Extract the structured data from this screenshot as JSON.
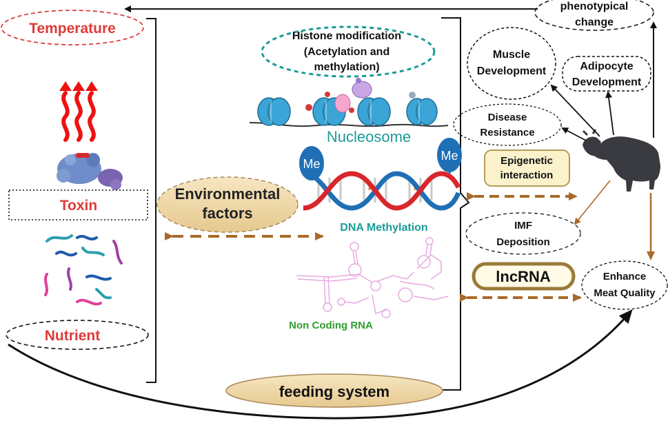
{
  "left_column": {
    "temperature": "Temperature",
    "toxin": "Toxin",
    "nutrient": "Nutrient"
  },
  "environmental_factors": [
    "Environmental",
    "factors"
  ],
  "center": {
    "histone": [
      "Histone modification",
      "(Acetylation and",
      "methylation)"
    ],
    "nucleosome": "Nucleosome",
    "me_label": "Me",
    "dna_methylation": "DNA Methylation",
    "non_coding_rna": "Non Coding RNA"
  },
  "feeding_system": "feeding system",
  "right_column": {
    "phenotypical_change": [
      "phenotypical",
      "change"
    ],
    "muscle_development": [
      "Muscle",
      "Development"
    ],
    "adipocyte_development": [
      "Adipocyte",
      "Development"
    ],
    "disease_resistance": [
      "Disease",
      "Resistance"
    ],
    "epigenetic_interaction": [
      "Epigenetic",
      "interaction"
    ],
    "imf_deposition": [
      "IMF",
      "Deposition"
    ],
    "lncrna": "lncRNA",
    "enhance_meat_quality": [
      "Enhance",
      "Meat Quality"
    ]
  },
  "colors": {
    "red": "#e03a3a",
    "teal": "#1a9b96",
    "green": "#2e9e2e",
    "brown_arrow": "#a86a2a",
    "tan_fill": "#f0dcae",
    "dna_blue": "#1f6fb5",
    "dna_red": "#d8262d",
    "nucleosome_blue": "#3aa5d6"
  }
}
